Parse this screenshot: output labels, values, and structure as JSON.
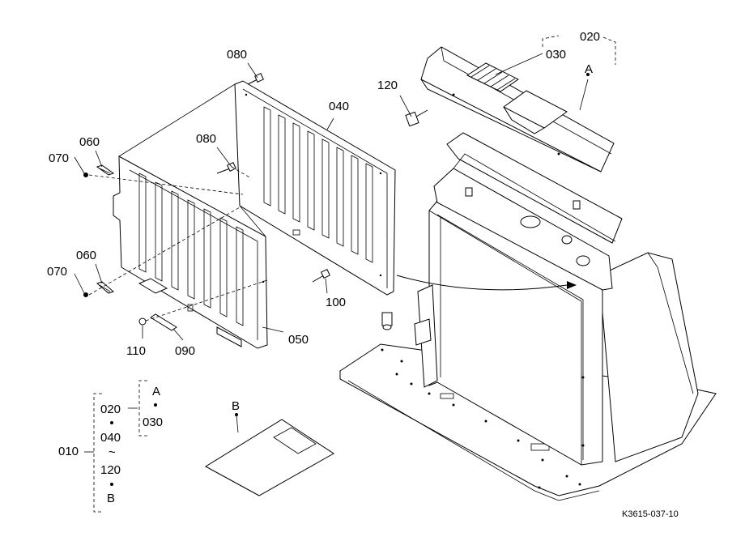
{
  "labels": {
    "p010": "010",
    "p020": "020",
    "p030": "030",
    "p040": "040",
    "p050": "050",
    "p060a": "060",
    "p060b": "060",
    "p070a": "070",
    "p070b": "070",
    "p080a": "080",
    "p080b": "080",
    "p090": "090",
    "p100": "100",
    "p110": "110",
    "p120": "120",
    "callout_a": "A",
    "callout_b": "B"
  },
  "legend": {
    "l020": "020",
    "l030": "030",
    "l040": "040",
    "l120": "120",
    "la": "A",
    "lb": "B",
    "l010": "010",
    "tilde": "~"
  },
  "drawing_number": "K3615-037-10"
}
